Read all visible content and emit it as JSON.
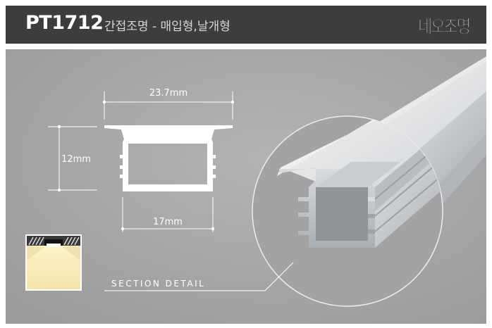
{
  "header": {
    "product_code": "PT1712",
    "product_desc": "간접조명 - 매입형,날개형",
    "brand": "네오조명"
  },
  "drawing": {
    "width_top": "23.7mm",
    "height": "12mm",
    "width_bottom": "17mm"
  },
  "section_label": "SECTION DETAIL",
  "colors": {
    "header_bg": "#3d3d3d",
    "panel_bg": "#a6a6a6",
    "light_warm": "#fcf0c2"
  }
}
